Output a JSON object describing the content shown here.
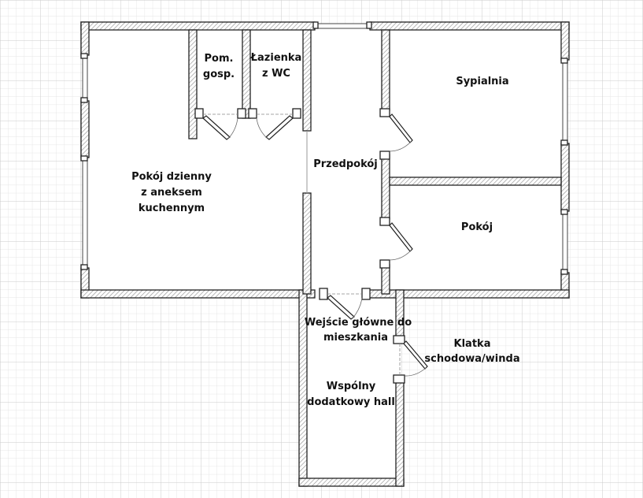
{
  "rooms": {
    "living": [
      "Pokój dzienny",
      "z aneksem",
      "kuchennym"
    ],
    "utility": [
      "Pom.",
      "gosp."
    ],
    "bathroom": [
      "Łazienka",
      "z WC"
    ],
    "hallway": [
      "Przedpokój"
    ],
    "bedroom": [
      "Sypialnia"
    ],
    "room": [
      "Pokój"
    ],
    "entrance": [
      "Wejście główne do",
      "mieszkania"
    ],
    "stairs": [
      "Klatka",
      "schodowa/winda"
    ],
    "shared_hall": [
      "Wspólny",
      "dodatkowy hall"
    ]
  },
  "colors": {
    "grid_minor": "#e4e4e4",
    "grid_major": "#c8c8c8",
    "wall": "#222222"
  }
}
